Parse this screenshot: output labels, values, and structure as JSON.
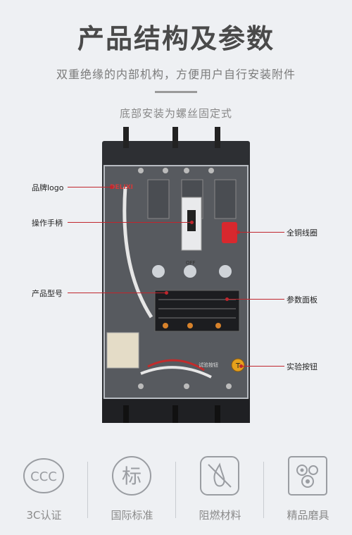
{
  "header": {
    "title": "产品结构及参数",
    "subtitle": "双重绝缘的内部机构，方便用户自行安装附件",
    "note": "底部安装为螺丝固定式"
  },
  "device": {
    "brand_mark": "DELIXI",
    "off_label": "OFF",
    "test_label": "试验按钮",
    "test_button_glyph": "T"
  },
  "callouts": {
    "brand_logo": "品牌logo",
    "handle": "操作手柄",
    "model": "产品型号",
    "coil": "全铜线圈",
    "panel": "参数面板",
    "test_button": "实验按钮"
  },
  "features": [
    {
      "label": "3C认证",
      "icon": "ccc-certification-icon",
      "glyph": "CCC"
    },
    {
      "label": "国际标准",
      "icon": "standard-icon",
      "glyph": "标"
    },
    {
      "label": "阻燃材料",
      "icon": "flame-retardant-icon",
      "glyph": ""
    },
    {
      "label": "精品磨具",
      "icon": "gears-icon",
      "glyph": ""
    }
  ],
  "colors": {
    "accent_line": "#c0262d",
    "coil": "#d8282e",
    "test_button": "#e6a11c"
  }
}
